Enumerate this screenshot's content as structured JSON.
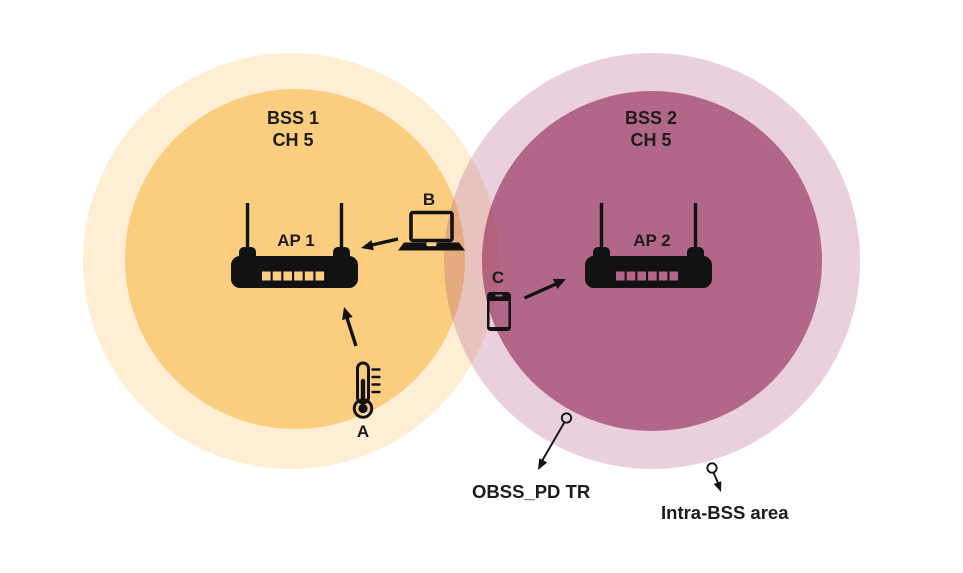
{
  "diagram": {
    "bss1": {
      "name": "BSS 1",
      "channel": "CH 5",
      "ap_label": "AP 1"
    },
    "bss2": {
      "name": "BSS 2",
      "channel": "CH 5",
      "ap_label": "AP 2"
    },
    "devices": {
      "a": {
        "label": "A",
        "icon": "thermometer-icon"
      },
      "b": {
        "label": "B",
        "icon": "laptop-icon"
      },
      "c": {
        "label": "C",
        "icon": "smartphone-icon"
      }
    },
    "ap_icon": "wifi-router-icon",
    "annotations": {
      "obss_pd": {
        "label": "OBSS_PD TR",
        "marker": "circle-marker"
      },
      "intra_bss": {
        "label": "Intra-BSS area",
        "marker": "circle-marker"
      }
    }
  },
  "colors": {
    "bss1_outer": "rgba(245,166,35,0.195)",
    "bss1_inner": "rgba(248,183,70,0.6)",
    "bss2_outer": "rgba(176,76,128,0.27)",
    "bss2_inner": "rgba(150,48,92,0.66)",
    "icon": "#121212",
    "text": "#1c1c1c",
    "led_left": "#FACD7F",
    "led_right": "#B36688",
    "marker_fill": "#ffffff",
    "background": "#ffffff"
  }
}
